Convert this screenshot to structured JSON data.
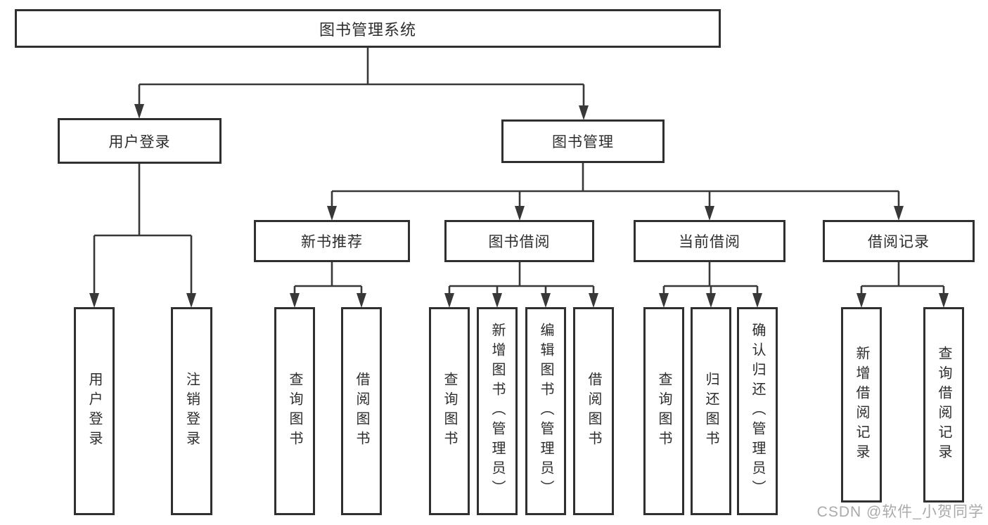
{
  "diagram": {
    "type": "hierarchy-tree",
    "watermark": "CSDN @软件_小贺同学",
    "colors": {
      "line": "#383838",
      "box_border": "#303030",
      "text": "#2d2d2d",
      "watermark": "#a3a3a3",
      "background": "#ffffff"
    },
    "nodes": {
      "root": {
        "label": "图书管理系统"
      },
      "level2": [
        {
          "label": "用户登录",
          "parent": "图书管理系统"
        },
        {
          "label": "图书管理",
          "parent": "图书管理系统"
        }
      ],
      "level3": [
        {
          "label": "新书推荐",
          "parent": "图书管理"
        },
        {
          "label": "图书借阅",
          "parent": "图书管理"
        },
        {
          "label": "当前借阅",
          "parent": "图书管理"
        },
        {
          "label": "借阅记录",
          "parent": "图书管理"
        }
      ],
      "leaves": [
        {
          "label": "用户登录",
          "parent": "用户登录"
        },
        {
          "label": "注销登录",
          "parent": "用户登录"
        },
        {
          "label": "查询图书",
          "parent": "新书推荐"
        },
        {
          "label": "借阅图书",
          "parent": "新书推荐"
        },
        {
          "label": "查询图书",
          "parent": "图书借阅"
        },
        {
          "label": "新增图书（管理员）",
          "parent": "图书借阅"
        },
        {
          "label": "编辑图书（管理员）",
          "parent": "图书借阅"
        },
        {
          "label": "借阅图书",
          "parent": "图书借阅"
        },
        {
          "label": "查询图书",
          "parent": "当前借阅"
        },
        {
          "label": "归还图书",
          "parent": "当前借阅"
        },
        {
          "label": "确认归还（管理员）",
          "parent": "当前借阅"
        },
        {
          "label": "新增借阅记录",
          "parent": "借阅记录"
        },
        {
          "label": "查询借阅记录",
          "parent": "借阅记录"
        }
      ]
    }
  }
}
